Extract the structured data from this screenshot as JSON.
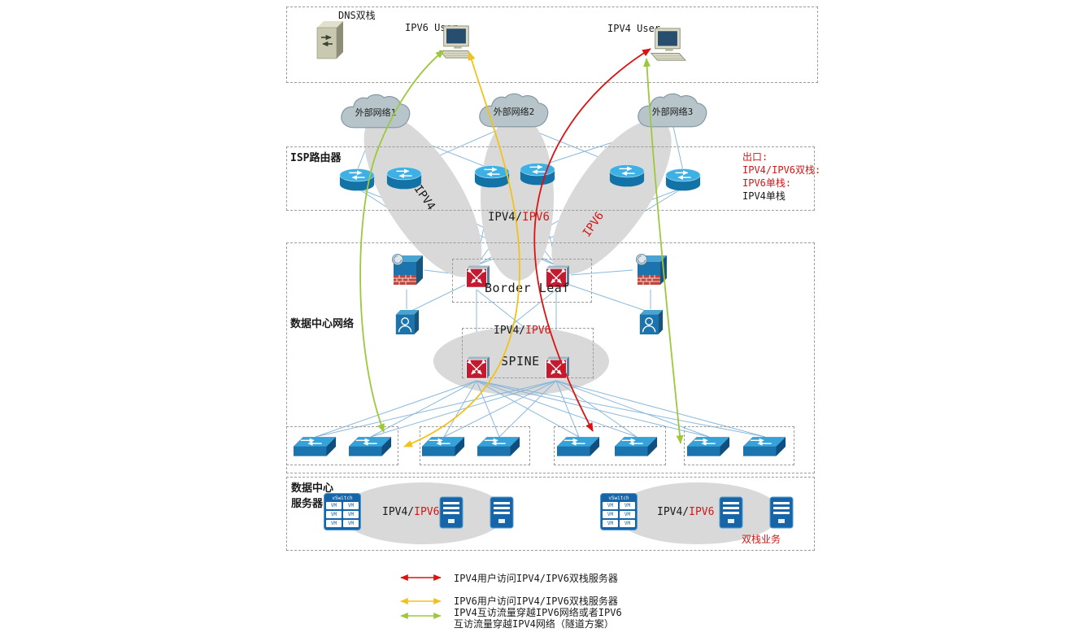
{
  "top_box": {
    "dns_label": "DNS双栈",
    "ipv6_user": "IPV6 User",
    "ipv4_user": "IPV4 User"
  },
  "clouds": {
    "c1": "外部网络1",
    "c2": "外部网络2",
    "c3": "外部网络3"
  },
  "isp_label": "ISP路由器",
  "exit_legend": {
    "title": "出口:",
    "dual": "IPV4/IPV6双栈:",
    "v6": "IPV6单栈:",
    "v4": "IPV4单栈"
  },
  "blob_labels": {
    "ipv4": "IPV4",
    "ipv6": "IPV6"
  },
  "dual_label": {
    "black": "IPV4/",
    "red": "IPV6"
  },
  "dc": {
    "label": "数据中心网络",
    "border_leaf": "Border Leaf",
    "spine": "SPINE"
  },
  "servers": {
    "label1": "数据中心",
    "label2": "服务器",
    "dual_biz": "双栈业务",
    "vswitch_title": "vSwitch",
    "vm": "VM"
  },
  "flow_legend": {
    "red": "IPV4用户访问IPV4/IPV6双栈服务器",
    "yellow": "IPV6用户访问IPV4/IPV6双栈服务器",
    "green1": "IPV4互访流量穿越IPV6网络或者IPV6",
    "green2": "互访流量穿越IPV4网络（隧道方案）"
  },
  "icons": {
    "dns": "server-tower-icon",
    "user": "computer-icon",
    "external_network": "cloud-icon",
    "isp_router": "router-icon",
    "firewall": "firewall-icon",
    "admin": "user-icon",
    "nexus": "datacenter-switch-icon",
    "leaf": "switch-icon",
    "vswitch": "vswitch-icon",
    "server": "server-icon"
  },
  "colors": {
    "flow_red": "#dd1111",
    "flow_yellow": "#f2c21c",
    "flow_green": "#9dc83c",
    "link_line": "#7fb2d8",
    "blob": "#d9d9d9",
    "legend_red_text": "#d01818"
  }
}
